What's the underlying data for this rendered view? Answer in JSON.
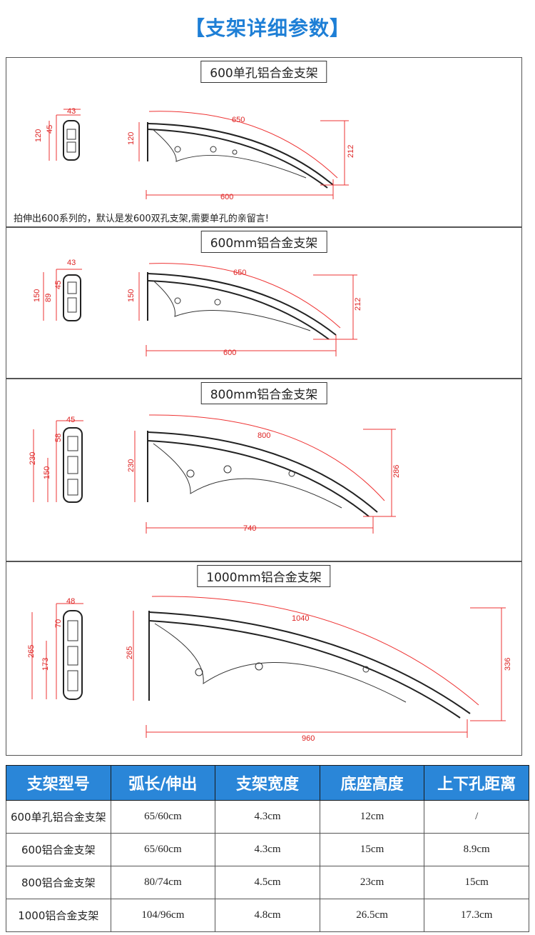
{
  "title": "【支架详细参数】",
  "panels": [
    {
      "label": "600单孔铝合金支架",
      "note": "拍伸出600系列的，默认是发600双孔支架,需要单孔的亲留言!",
      "dims": {
        "width": "43",
        "height": "120",
        "hole": "45",
        "height2": "120",
        "arc": "650",
        "reach": "600",
        "drop": "212"
      }
    },
    {
      "label": "600mm铝合金支架",
      "dims": {
        "width": "43",
        "height": "150",
        "hole": "89",
        "top": "45",
        "height2": "150",
        "arc": "650",
        "reach": "600",
        "drop": "212"
      }
    },
    {
      "label": "800mm铝合金支架",
      "dims": {
        "width": "45",
        "height": "230",
        "hole": "150",
        "top": "58",
        "height2": "230",
        "arc": "800",
        "reach": "740",
        "drop": "286"
      }
    },
    {
      "label": "1000mm铝合金支架",
      "dims": {
        "width": "48",
        "height": "265",
        "hole": "173",
        "top": "70",
        "height2": "265",
        "arc": "1040",
        "reach": "960",
        "drop": "336"
      }
    }
  ],
  "table": {
    "headers": [
      "支架型号",
      "弧长/伸出",
      "支架宽度",
      "底座高度",
      "上下孔距离"
    ],
    "rows": [
      [
        "600单孔铝合金支架",
        "65/60cm",
        "4.3cm",
        "12cm",
        "/"
      ],
      [
        "600铝合金支架",
        "65/60cm",
        "4.3cm",
        "15cm",
        "8.9cm"
      ],
      [
        "800铝合金支架",
        "80/74cm",
        "4.5cm",
        "23cm",
        "15cm"
      ],
      [
        "1000铝合金支架",
        "104/96cm",
        "4.8cm",
        "26.5cm",
        "17.3cm"
      ]
    ]
  }
}
